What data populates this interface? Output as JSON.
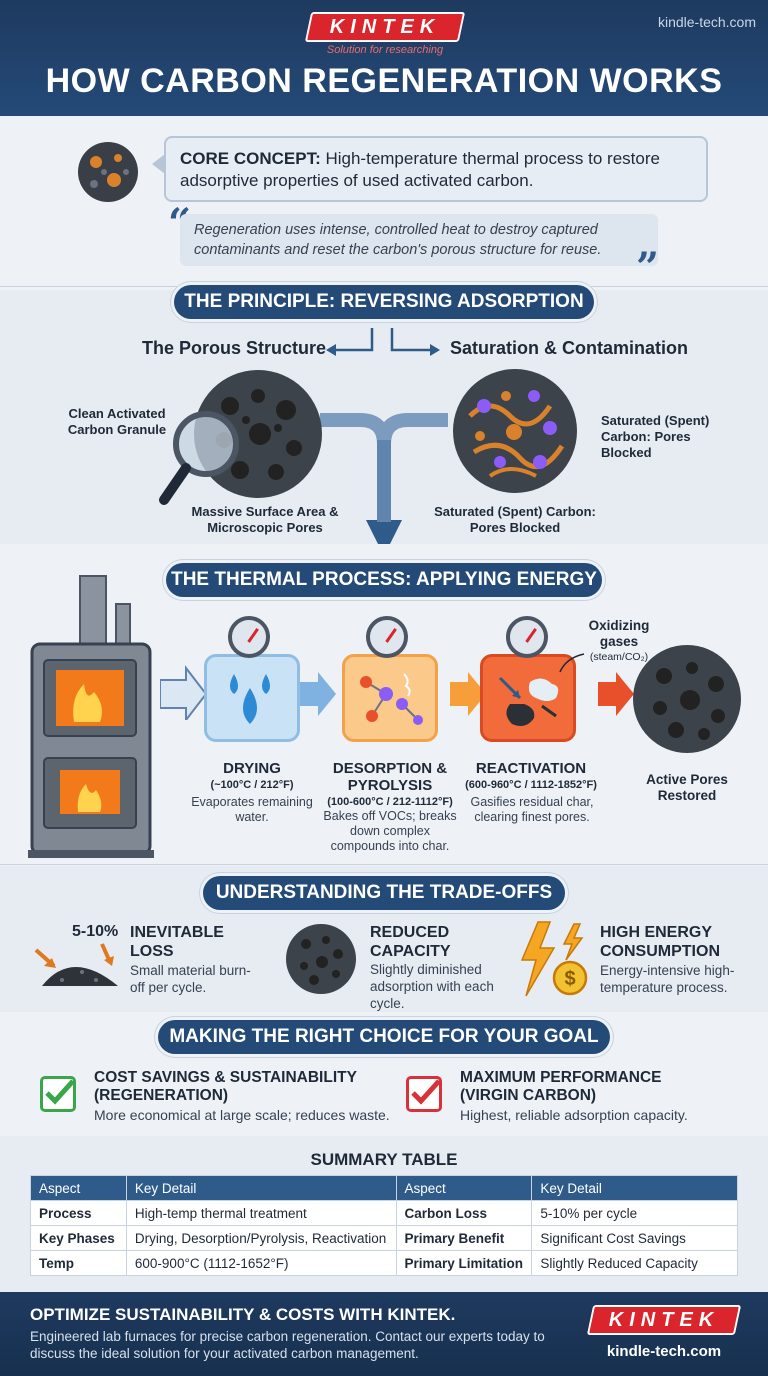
{
  "header": {
    "logo": "KINTEK",
    "tagline": "Solution for researching",
    "site": "kindle-tech.com",
    "title": "HOW CARBON REGENERATION WORKS"
  },
  "core": {
    "label": "CORE CONCEPT:",
    "text": "High-temperature thermal process to restore adsorptive properties of used activated carbon.",
    "quote": "Regeneration uses intense, controlled heat to destroy captured contaminants and reset the carbon's porous structure for reuse."
  },
  "principle": {
    "banner": "THE PRINCIPLE: REVERSING ADSORPTION",
    "left_heading": "The Porous Structure",
    "right_heading": "Saturation & Contamination",
    "clean_label": "Clean Activated Carbon Granule",
    "surface_label": "Massive Surface Area & Microscopic Pores",
    "saturated_side_label": "Saturated (Spent) Carbon: Pores Blocked",
    "saturated_bottom_label": "Saturated (Spent) Carbon: Pores Blocked"
  },
  "thermal": {
    "banner": "THE THERMAL PROCESS: APPLYING ENERGY",
    "oxidizing": "Oxidizing gases",
    "oxidizing_sub": "(steam/CO₂)",
    "restored": "Active Pores Restored",
    "steps": [
      {
        "name": "DRYING",
        "temp": "(~100°C / 212°F)",
        "desc": "Evaporates remaining water."
      },
      {
        "name": "DESORPTION & PYROLYSIS",
        "temp": "(100-600°C / 212-1112°F)",
        "desc": "Bakes off VOCs; breaks down complex compounds into char."
      },
      {
        "name": "REACTIVATION",
        "temp": "(600-960°C / 1112-1852°F)",
        "desc": "Gasifies residual char, clearing finest pores."
      }
    ]
  },
  "tradeoffs": {
    "banner": "UNDERSTANDING THE TRADE-OFFS",
    "loss_pct": "5-10%",
    "items": [
      {
        "title": "INEVITABLE LOSS",
        "desc": "Small material burn-off per cycle."
      },
      {
        "title": "REDUCED CAPACITY",
        "desc": "Slightly diminished adsorption with each cycle."
      },
      {
        "title": "HIGH ENERGY CONSUMPTION",
        "desc": "Energy-intensive high-temperature process."
      }
    ]
  },
  "choice": {
    "banner": "MAKING THE RIGHT CHOICE FOR YOUR GOAL",
    "items": [
      {
        "title": "COST SAVINGS & SUSTAINABILITY (REGENERATION)",
        "desc": "More economical at large scale; reduces waste."
      },
      {
        "title": "MAXIMUM PERFORMANCE (VIRGIN CARBON)",
        "desc": "Highest, reliable adsorption capacity."
      }
    ]
  },
  "table": {
    "title": "SUMMARY TABLE",
    "headers": [
      "Aspect",
      "Key Detail",
      "Aspect",
      "Key Detail"
    ],
    "rows": [
      [
        "Process",
        "High-temp thermal treatment",
        "Carbon Loss",
        "5-10% per cycle"
      ],
      [
        "Key Phases",
        "Drying, Desorption/Pyrolysis, Reactivation",
        "Primary Benefit",
        "Significant Cost Savings"
      ],
      [
        "Temp",
        "600-900°C (1112-1652°F)",
        "Primary Limitation",
        "Slightly Reduced Capacity"
      ]
    ]
  },
  "footer": {
    "heading": "OPTIMIZE SUSTAINABILITY & COSTS WITH KINTEK.",
    "text": "Engineered lab furnaces for precise carbon regeneration. Contact our experts today to discuss the ideal solution for your activated carbon management.",
    "logo": "KINTEK",
    "site": "kindle-tech.com"
  },
  "colors": {
    "navy": "#1e3a5f",
    "brand_red": "#d9252b",
    "blue": "#2f5b8a",
    "green_check": "#3aa64a",
    "red_check": "#d9303a"
  }
}
